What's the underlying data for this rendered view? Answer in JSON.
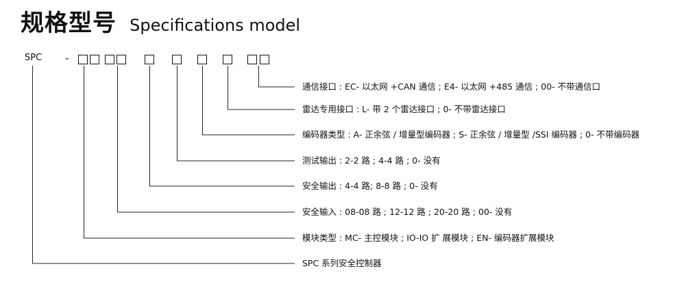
{
  "title": {
    "chinese": "规格型号",
    "english": "Specifications model"
  },
  "code": {
    "prefix": "SPC",
    "separator": "-"
  },
  "fields": [
    {
      "label": "通信接口 : EC- 以太网 +CAN 通信 ; E4- 以太网 +485 通信 ; 00- 不带通信口"
    },
    {
      "label": "雷达专用接口 : L- 带 2 个雷达接口 ; 0- 不带雷达接口"
    },
    {
      "label": "编码器类型 : A- 正余弦 / 增量型编码器 ; S- 正余弦 / 增量型 /SSI 编码器 ; 0- 不带编码器"
    },
    {
      "label": "测试输出 : 2-2 路 ; 4-4 路 ; 0- 没有"
    },
    {
      "label": "安全输出 : 4-4 路;  8-8 路 ; 0- 没有"
    },
    {
      "label": "安全输入 : 08-08 路 ; 12-12 路 ; 20-20 路 ; 00- 没有"
    },
    {
      "label": "模块类型 : MC- 主控模块 ; IO-IO 扩 展模块 ; EN- 编码器扩展模块"
    },
    {
      "label": "SPC 系列安全控制器"
    }
  ]
}
